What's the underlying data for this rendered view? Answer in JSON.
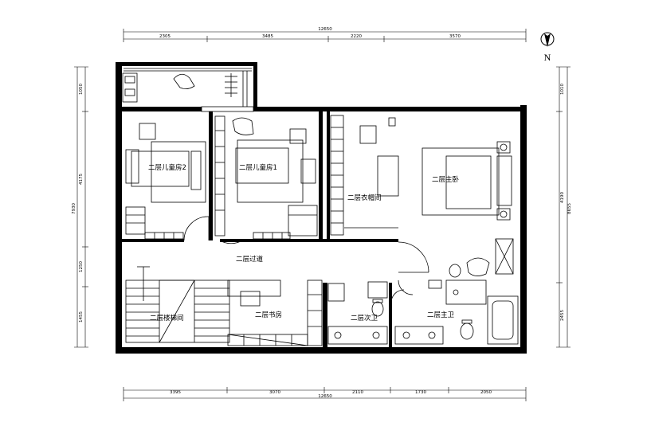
{
  "rooms": {
    "child_room_2": "二层儿童房2",
    "child_room_1": "二层儿童房1",
    "closet": "二层衣帽间",
    "master_bedroom": "二层主卧",
    "corridor": "二层过道",
    "stair": "二层楼梯间",
    "study": "二层书房",
    "public_bath": "二层次卫",
    "master_bath": "二层主卫"
  },
  "north_label": "N",
  "dimensions": {
    "top": [
      "2305",
      "3485",
      "2220",
      "3570"
    ],
    "top_total": "12650",
    "bottom": [
      "3395",
      "3070",
      "2110",
      "1730",
      "2050"
    ],
    "bottom_total": "12650",
    "left": [
      "1050",
      "4175",
      "1250",
      "1455"
    ],
    "left_total": "7930",
    "right": [
      "1010",
      "4190",
      "2455"
    ],
    "right_total": "8655"
  }
}
